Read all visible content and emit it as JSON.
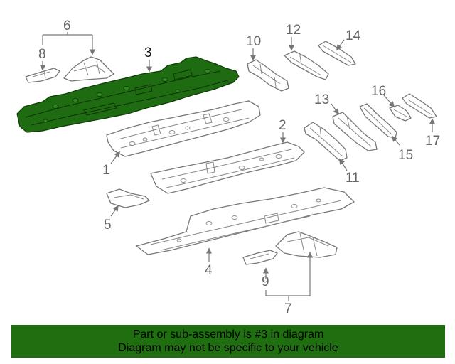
{
  "callouts": {
    "c1": "1",
    "c2": "2",
    "c3": "3",
    "c4": "4",
    "c5": "5",
    "c6": "6",
    "c7": "7",
    "c8": "8",
    "c9": "9",
    "c10": "10",
    "c11": "11",
    "c12": "12",
    "c13": "13",
    "c14": "14",
    "c15": "15",
    "c16": "16",
    "c17": "17"
  },
  "highlighted_part": "3",
  "colors": {
    "highlight": "#1f6b12",
    "banner": "#1f6f10"
  },
  "banner": {
    "line1": "Part or sub-assembly is #3 in diagram",
    "line2": "Diagram may not be specific to your vehicle"
  }
}
